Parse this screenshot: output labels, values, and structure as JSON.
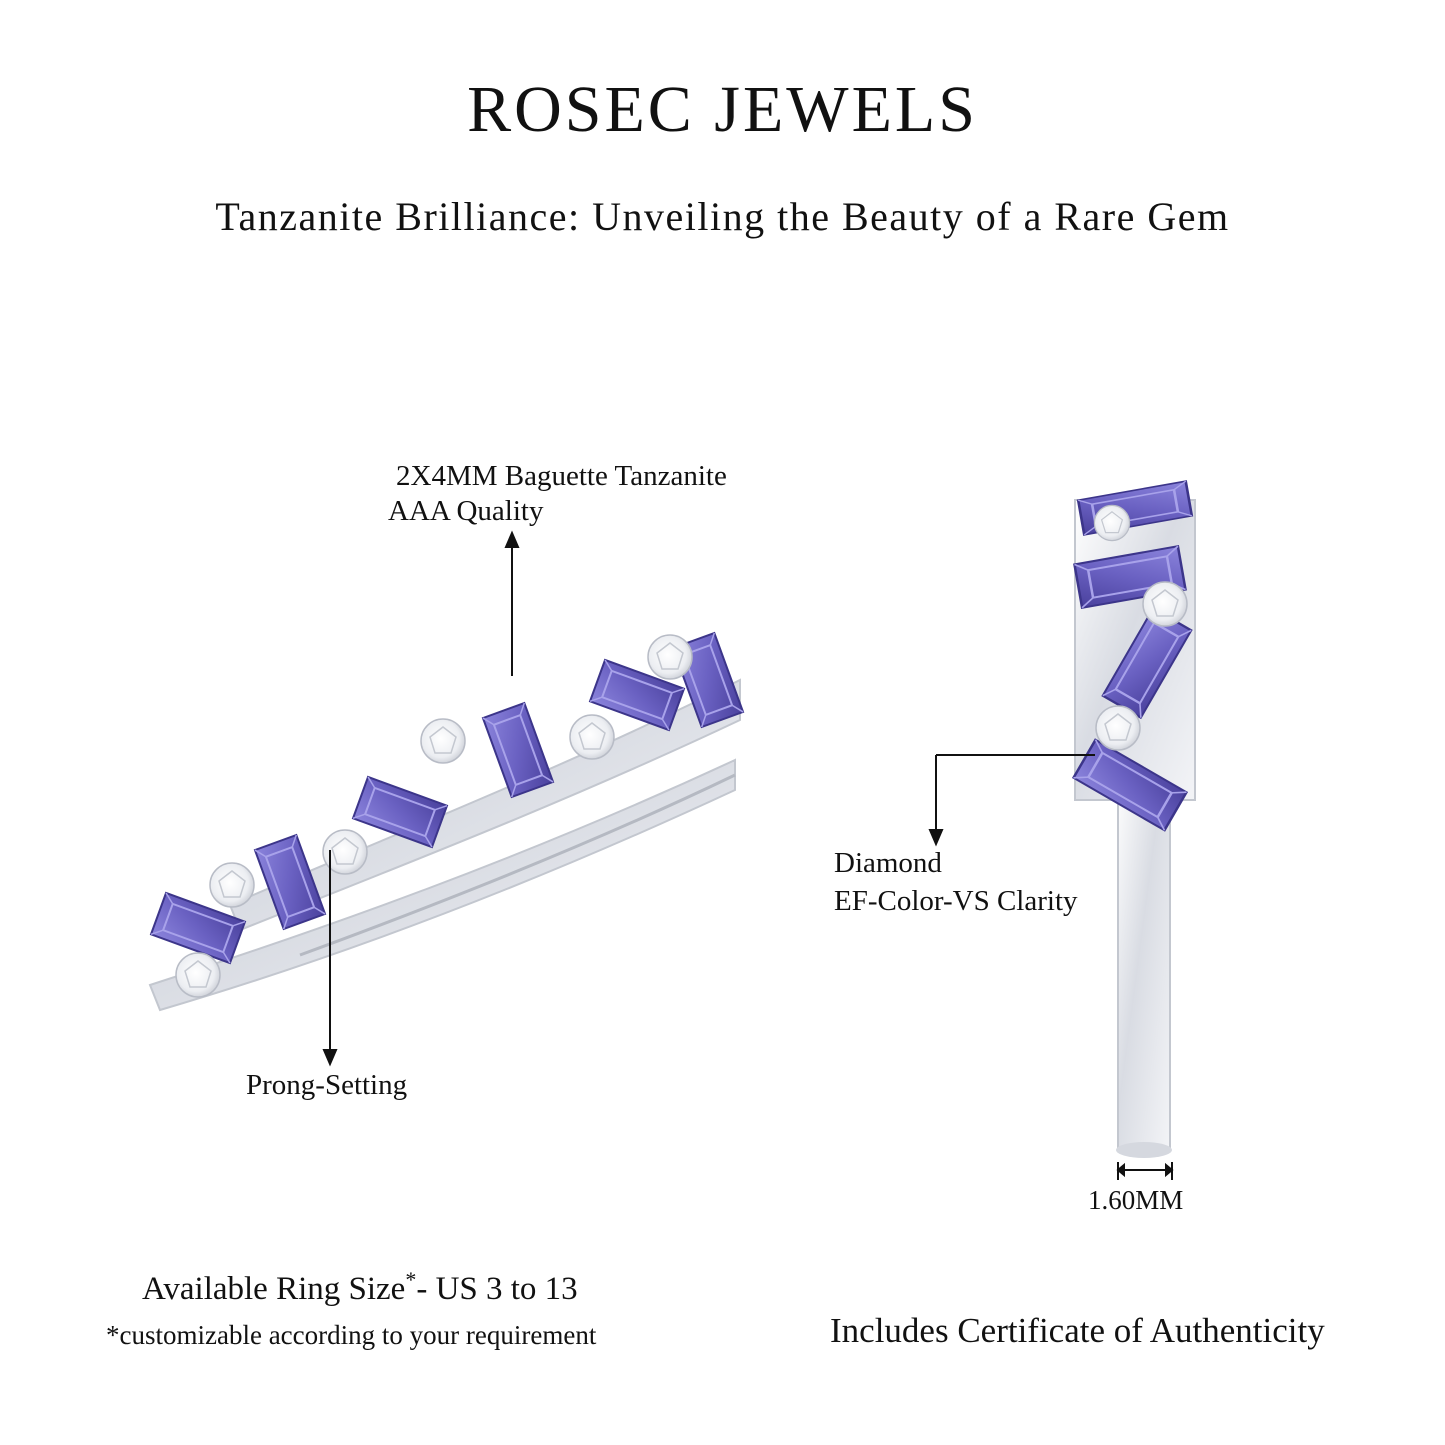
{
  "brand": "ROSEC JEWELS",
  "subtitle": "Tanzanite Brilliance: Unveiling the Beauty of a Rare Gem",
  "annotations": {
    "baguette": "2X4MM Baguette Tanzanite",
    "quality": "AAA Quality",
    "prong": "Prong-Setting",
    "diamond": "Diamond",
    "clarity": "EF-Color-VS Clarity",
    "width": "1.60MM"
  },
  "footer": {
    "size_main": "Available Ring Size",
    "size_star": "*",
    "size_range": "- US 3 to 13",
    "customizable": "*customizable according to your requirement",
    "certificate": "Includes Certificate of Authenticity"
  },
  "colors": {
    "tanzanite": "#6f66c6",
    "tanzanite_dark": "#4b43a0",
    "metal": "#e4e6ec",
    "diamond": "#f4f5f8"
  }
}
